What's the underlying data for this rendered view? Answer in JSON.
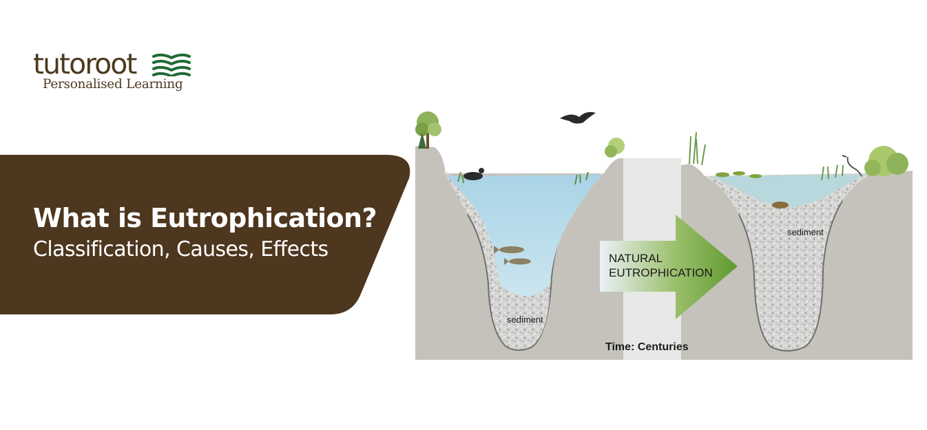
{
  "brand": {
    "name": "tutoroot",
    "tagline": "Personalised Learning",
    "colors": {
      "brown": "#4c3a20",
      "green": "#1f6a34"
    }
  },
  "banner": {
    "title": "What is Eutrophication?",
    "subtitle": "Classification, Causes, Effects",
    "background": "#4e371f"
  },
  "diagram": {
    "arrow_line1": "NATURAL",
    "arrow_line2": "EUTROPHICATION",
    "left_label": "sediment",
    "right_label": "sediment",
    "time_label": "Time: Centuries"
  }
}
